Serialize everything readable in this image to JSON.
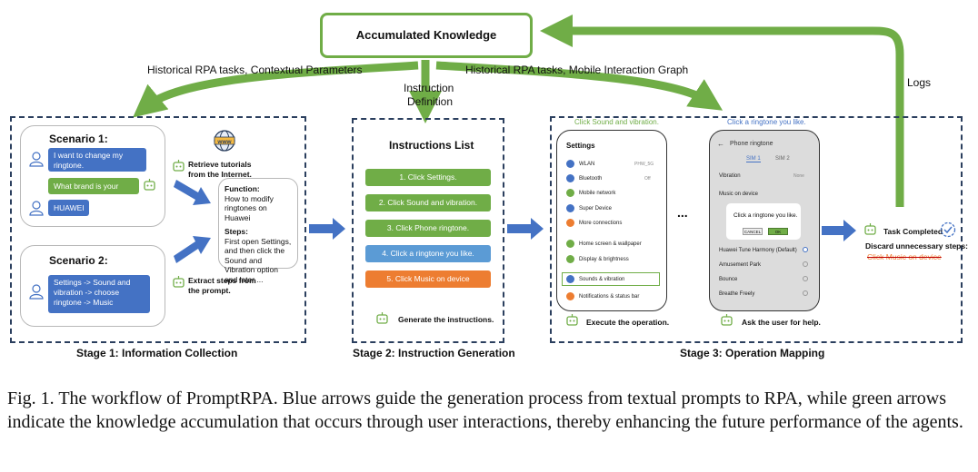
{
  "knowledge_box": {
    "title": "Accumulated Knowledge"
  },
  "labels": {
    "left_arrow": "Historical RPA tasks,  Contextual Parameters",
    "right_arrow": "Historical RPA tasks,  Mobile Interaction Graph",
    "instruction_definition_1": "Instruction",
    "instruction_definition_2": "Definition",
    "logs": "Logs"
  },
  "stage1": {
    "label": "Stage 1: Information Collection",
    "scenario1": {
      "title": "Scenario 1:",
      "user_msg": "I want to change my ringtone.",
      "bot_msg": "What brand is your phone?",
      "user_reply": "HUAWEI"
    },
    "scenario2": {
      "title": "Scenario 2:",
      "user_msg": "Settings -> Sound and vibration -> choose ringtone -> Music"
    },
    "retrieve_text": "Retrieve tutorials from the Internet.",
    "extract_text": "Extract steps from the prompt.",
    "www_label": "www",
    "tutorial": {
      "function_title": "Function:",
      "function_text": "How to modify ringtones on Huawei",
      "steps_title": "Steps:",
      "steps_text": "First open Settings, and then click the Sound and Vibration option and later ..."
    }
  },
  "stage2": {
    "label": "Stage 2: Instruction Generation",
    "title": "Instructions List",
    "items": [
      "1. Click Settings.",
      "2. Click Sound and vibration.",
      "3. Click Phone ringtone.",
      "4. Click a ringtone you like.",
      "5. Click Music on device"
    ],
    "generate_text": "Generate the instructions."
  },
  "stage3": {
    "label": "Stage 3: Operation Mapping",
    "phone1": {
      "top_label": "Click Sound and vibration.",
      "title": "Settings",
      "rows": [
        "WLAN",
        "Bluetooth",
        "Mobile network",
        "Super Device",
        "More connections",
        "Home screen & wallpaper",
        "Display & brightness",
        "Sounds & vibration",
        "Notifications & status bar"
      ],
      "wlan_value": "PHW_5G",
      "bt_value": "Off"
    },
    "phone2": {
      "top_label": "Click a ringtone you like.",
      "title": "Phone ringtone",
      "sim1": "SIM 1",
      "sim2": "SIM 2",
      "vibration": "Vibration",
      "vibration_value": "None",
      "rows": [
        "Music on device",
        "Huawei Tune Harmony (Default)",
        "Amusement Park",
        "Bounce",
        "Breathe Freely"
      ],
      "dialog_text": "Click a ringtone you like.",
      "cancel": "CANCEL",
      "ok": "OK"
    },
    "ellipsis": "...",
    "execute_text": "Execute the operation.",
    "ask_text": "Ask the user for help.",
    "task_completed": "Task Completed",
    "discard_text": "Discard unnecessary steps:",
    "discard_item": "Click Music on device"
  },
  "caption": "Fig. 1.  The workflow of PromptRPA. Blue arrows guide the generation process from textual prompts to RPA, while green arrows indicate the knowledge accumulation that occurs through user interactions, thereby enhancing the future performance of the agents.",
  "colors": {
    "blue": "#4472c4",
    "green": "#70ad47",
    "orange": "#ed7d31",
    "lightblue": "#5b9bd5",
    "navy": "#2b3f5e"
  }
}
